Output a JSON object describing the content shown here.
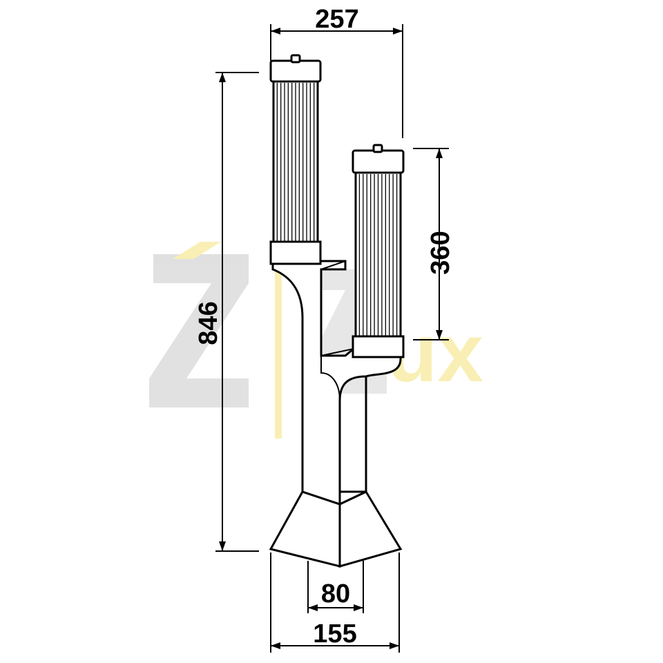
{
  "dimensions": {
    "width_total": "257",
    "height_total": "846",
    "tube_height": "360",
    "base_inner": "80",
    "base_width": "155"
  },
  "watermark": {
    "text": "ZZlux",
    "color_gray": "#c8c8c8",
    "color_yellow": "#f5e27a"
  },
  "colors": {
    "line": "#000000",
    "background": "#ffffff"
  }
}
